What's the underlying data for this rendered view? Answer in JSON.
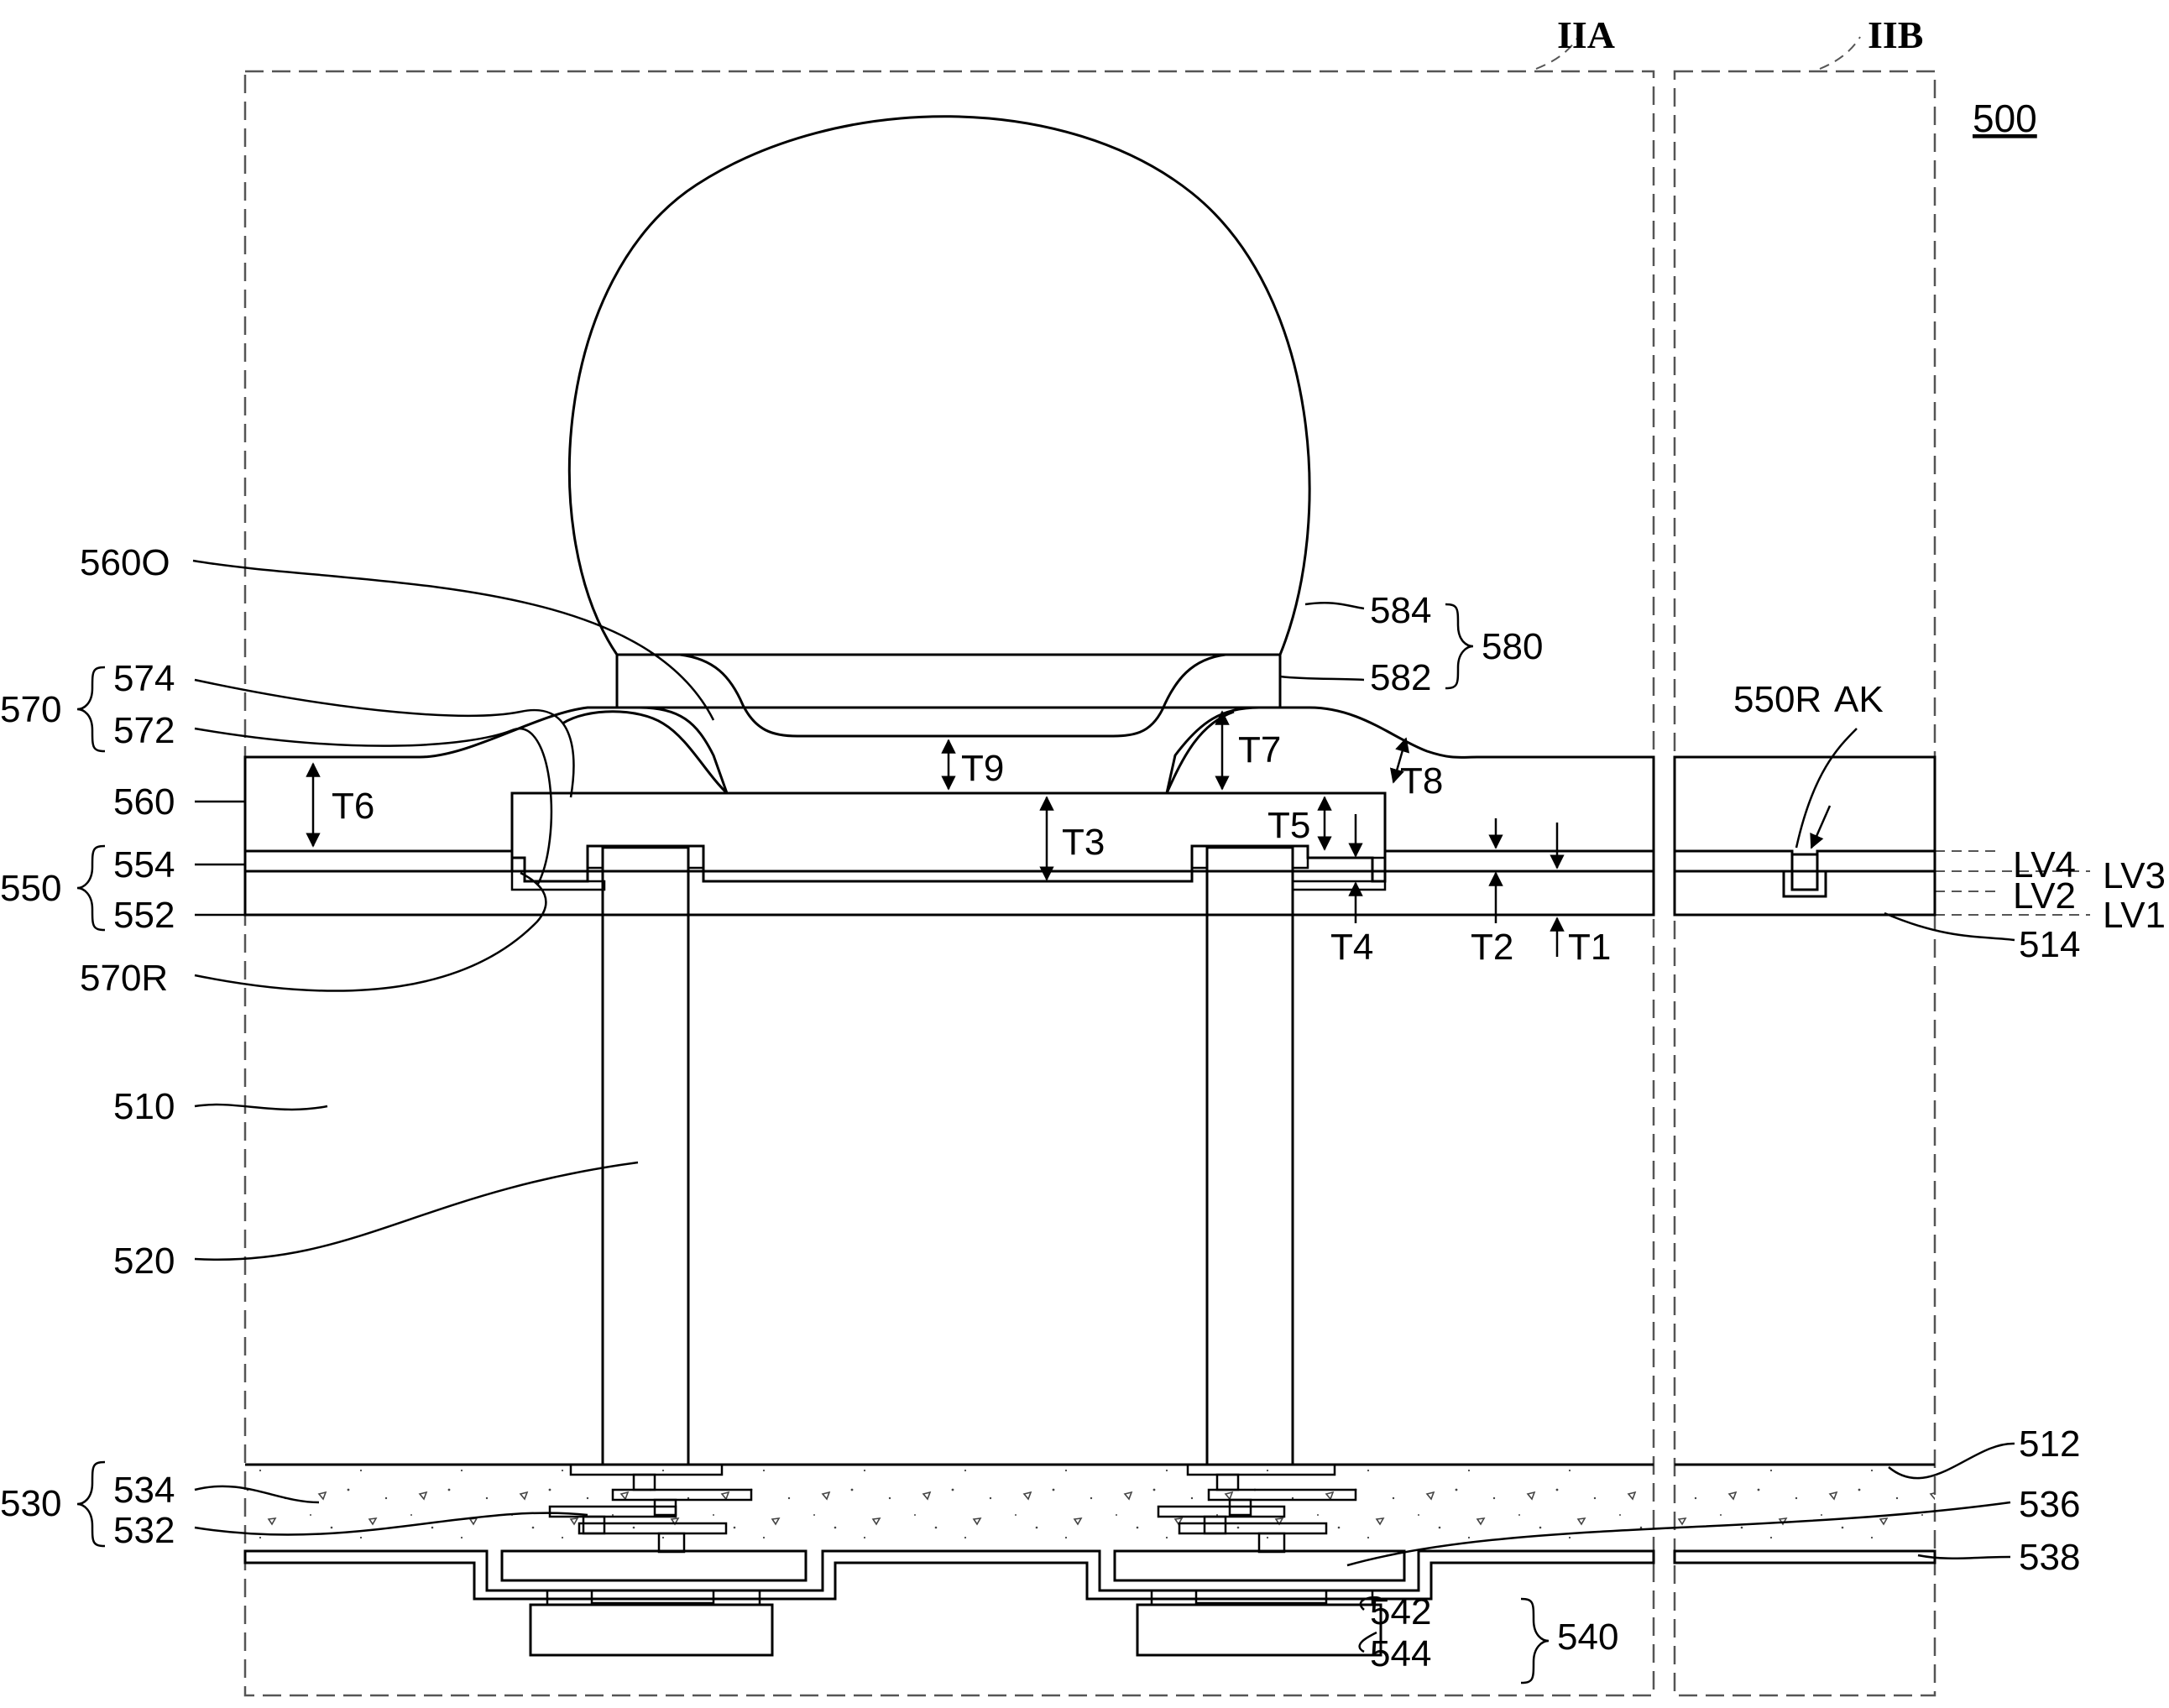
{
  "figure": {
    "number": "500",
    "regions": {
      "a": "IIA",
      "b": "IIB"
    }
  },
  "labels": {
    "l560O": "560O",
    "l574": "574",
    "l572": "572",
    "l570": "570",
    "l560": "560",
    "l554": "554",
    "l550": "550",
    "l552": "552",
    "l570R": "570R",
    "l510": "510",
    "l520": "520",
    "l534": "534",
    "l530": "530",
    "l532": "532",
    "l584": "584",
    "l582": "582",
    "l580": "580",
    "l550R": "550R",
    "lAK": "AK",
    "l514": "514",
    "l512": "512",
    "l536": "536",
    "l538": "538",
    "l542": "542",
    "l544": "544",
    "l540": "540"
  },
  "levels": {
    "lv4": "LV4",
    "lv3": "LV3",
    "lv2": "LV2",
    "lv1": "LV1"
  },
  "thickness": {
    "t1": "T1",
    "t2": "T2",
    "t3": "T3",
    "t4": "T4",
    "t5": "T5",
    "t6": "T6",
    "t7": "T7",
    "t8": "T8",
    "t9": "T9"
  }
}
